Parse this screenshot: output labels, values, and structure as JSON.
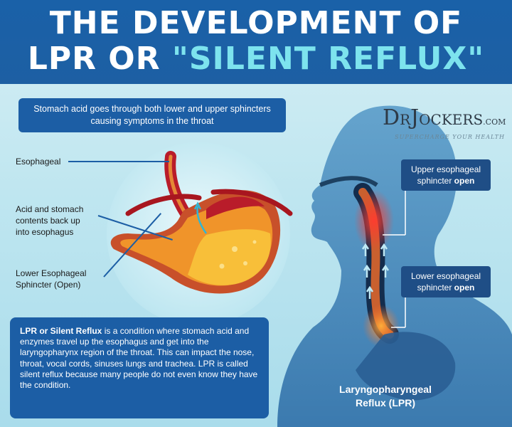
{
  "title": {
    "line1": "THE DEVELOPMENT OF",
    "line2_prefix": "LPR OR ",
    "line2_accent": "\"SILENT REFLUX\""
  },
  "top_box": {
    "text": "Stomach acid goes through both lower and upper sphincters causing symptoms in the throat"
  },
  "labels": {
    "esophageal": "Esophageal",
    "acid_line1": "Acid and stomach",
    "acid_line2": "contents back up",
    "acid_line3": "into esophagus",
    "les_line1": "Lower Esophageal",
    "les_line2": "Sphincter (Open)"
  },
  "logo": {
    "brand_a": "D",
    "brand_b": "R",
    "brand_c": "J",
    "brand_d": "OCKERS",
    "brand_com": ".COM",
    "tagline": "SUPERCHARGE YOUR HEALTH"
  },
  "upper_sphincter": {
    "line1": "Upper esophageal",
    "line2": "sphincter ",
    "state": "open"
  },
  "lower_sphincter": {
    "line1": "Lower esophageal",
    "line2": "sphincter ",
    "state": "open"
  },
  "info": {
    "bold": "LPR or Silent Reflux",
    "text": " is a condition where stomach acid and enzymes travel up the esophagus and get into the laryngopharynx region of the throat. This can impact the nose, throat, vocal cords, sinuses lungs and trachea. LPR is called silent reflux because many people do not even know they have the condition."
  },
  "caption": {
    "line1": "Laryngopharyngeal",
    "line2": "Reflux (LPR)"
  },
  "colors": {
    "banner": "#1a61a8",
    "accent": "#7de3ee",
    "box": "#1c5ea5",
    "stomach": "#e87a1e",
    "acid": "#f7b733",
    "esophagus_red": "#b91c2a"
  }
}
